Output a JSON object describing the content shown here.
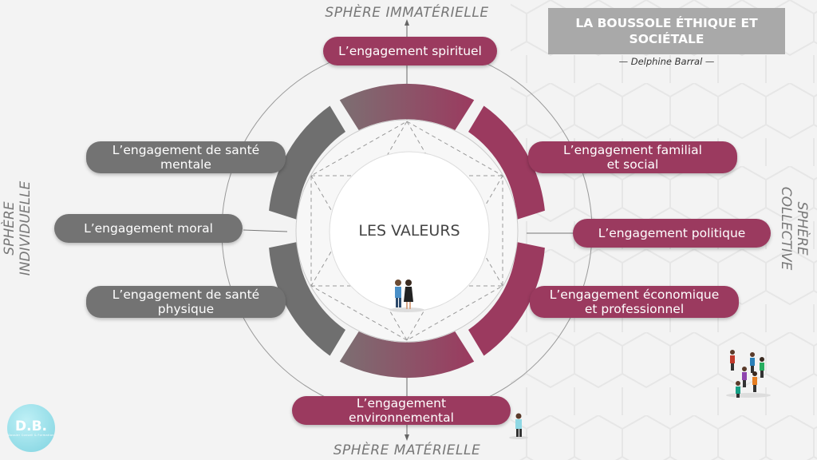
{
  "title": "LA BOUSSOLE ÉTHIQUE ET SOCIÉTALE",
  "author": "— Delphine Barral —",
  "center_label": "LES VALEURS",
  "spheres": {
    "top": "SPHÈRE IMMATÉRIELLE",
    "bottom": "SPHÈRE MATÉRIELLE",
    "left_line1": "SPHÈRE",
    "left_line2": "INDIVIDUELLE",
    "right_line1": "SPHÈRE",
    "right_line2": "COLLECTIVE"
  },
  "engagements": {
    "spirituel": "L’engagement spirituel",
    "sante_mentale_1": "L’engagement de santé",
    "sante_mentale_2": "mentale",
    "moral": "L’engagement moral",
    "sante_physique_1": "L’engagement de santé",
    "sante_physique_2": "physique",
    "familial_1": "L’engagement familial",
    "familial_2": "et social",
    "politique": "L’engagement politique",
    "economique_1": "L’engagement économique",
    "economique_2": "et professionnel",
    "environnemental": "L’engagement environnemental"
  },
  "logo": {
    "initials": "D.B.",
    "tagline": "Dossier Conseil & Formation"
  },
  "colors": {
    "gray": "#737373",
    "wine": "#9b3a5f",
    "title_box": "#a9a9a9",
    "logo": "#8fd8e4"
  }
}
